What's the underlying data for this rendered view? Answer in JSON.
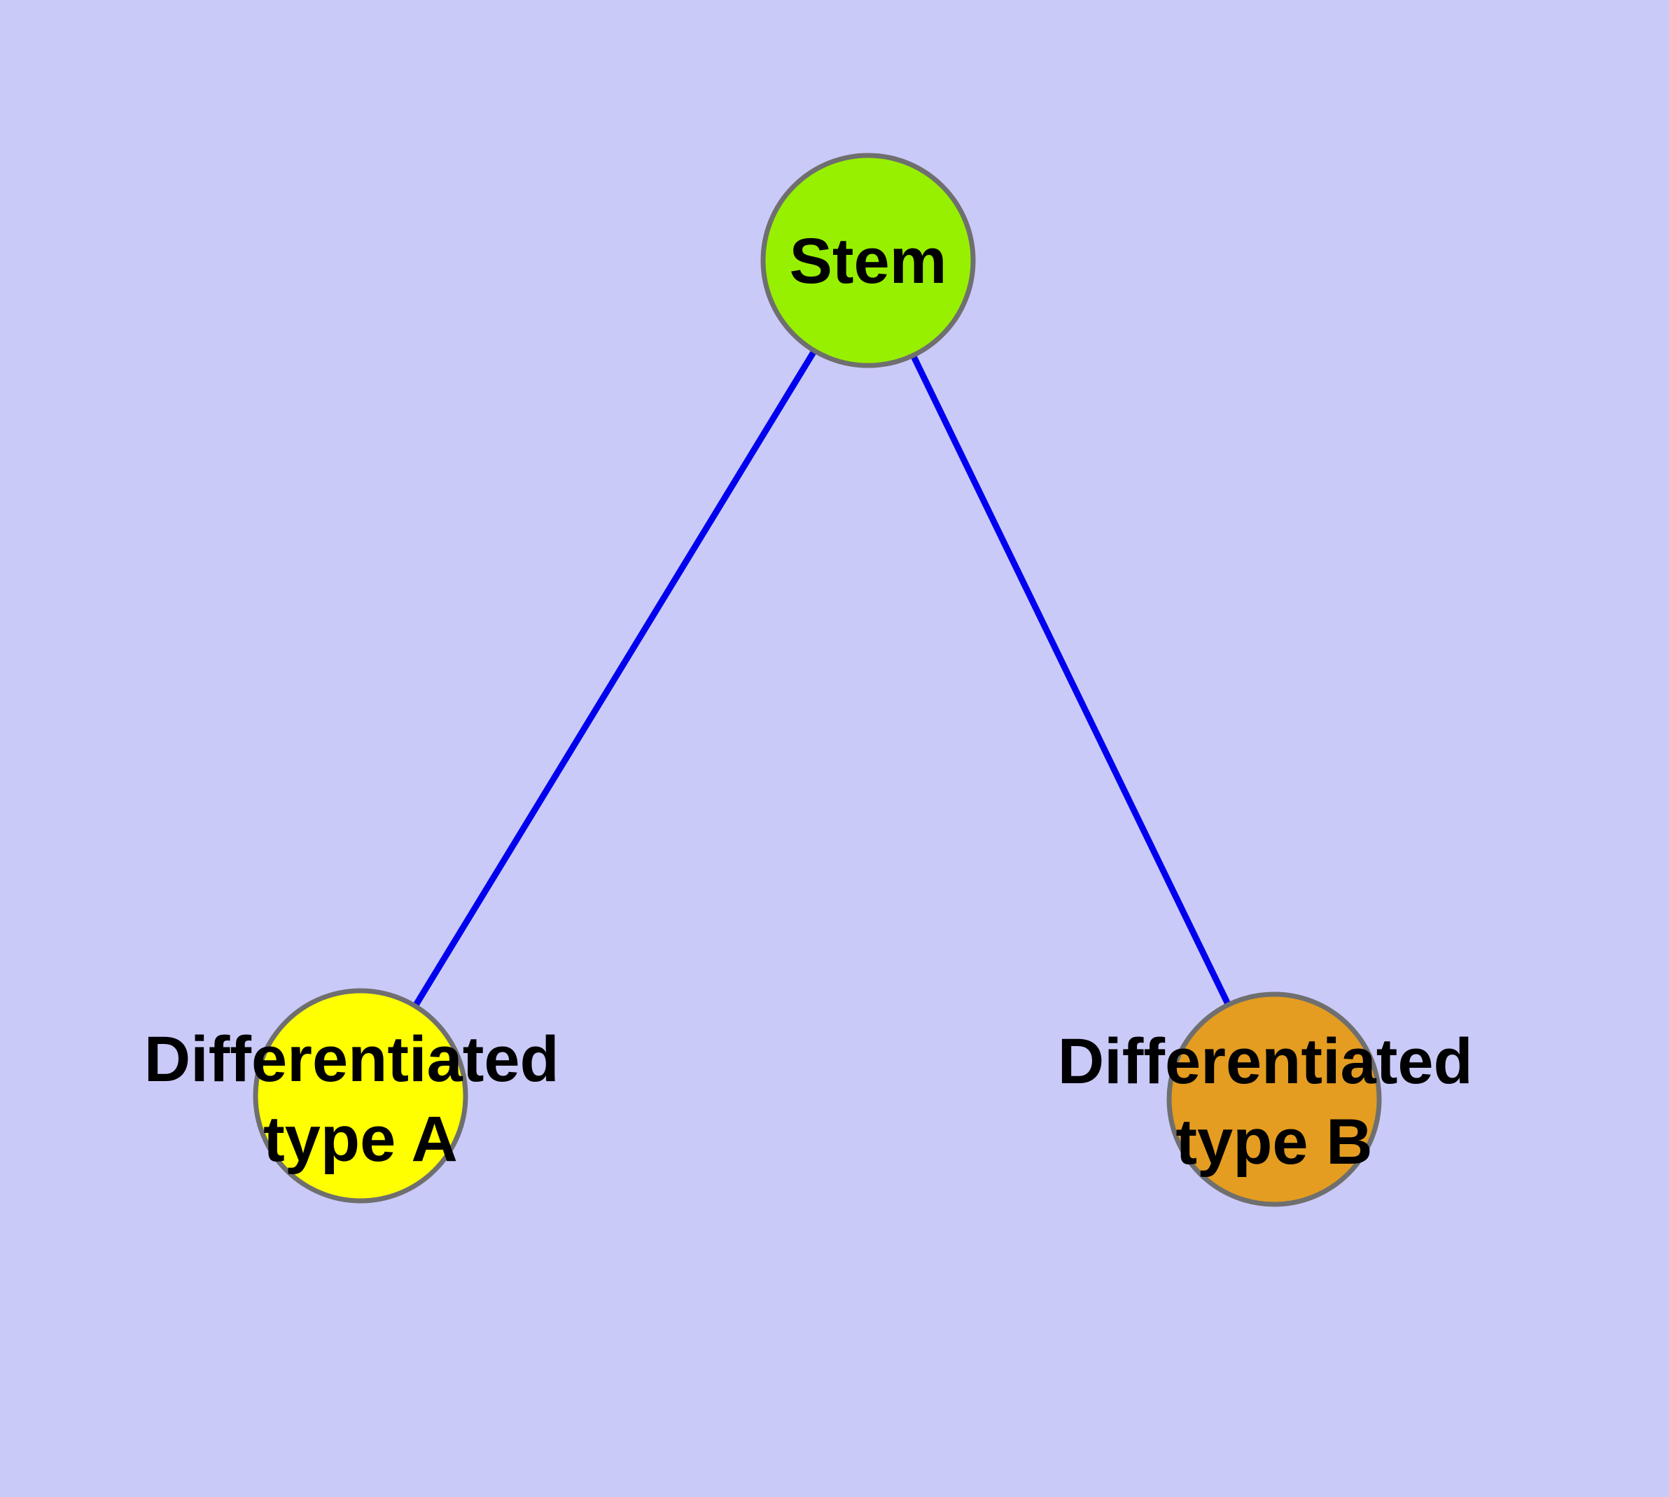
{
  "diagram": {
    "type": "node-link-graph",
    "colors": {
      "background": "#CACAF9",
      "edge": "#0000EE",
      "node_border": "#6F6F6F",
      "label_text": "#000000"
    },
    "nodes": [
      {
        "id": "stem",
        "label": "Stem",
        "label_lines": [
          "Stem"
        ],
        "fill": "#97F000"
      },
      {
        "id": "differentiated-type-a",
        "label": "Differentiated type A",
        "label_lines": [
          "Differentiated",
          "type A"
        ],
        "fill": "#FFFF00"
      },
      {
        "id": "differentiated-type-b",
        "label": "Differentiated type B",
        "label_lines": [
          "Differentiated",
          "type B"
        ],
        "fill": "#E49D21"
      }
    ],
    "edges": [
      {
        "from": "stem",
        "to": "differentiated-type-a"
      },
      {
        "from": "stem",
        "to": "differentiated-type-b"
      }
    ]
  }
}
